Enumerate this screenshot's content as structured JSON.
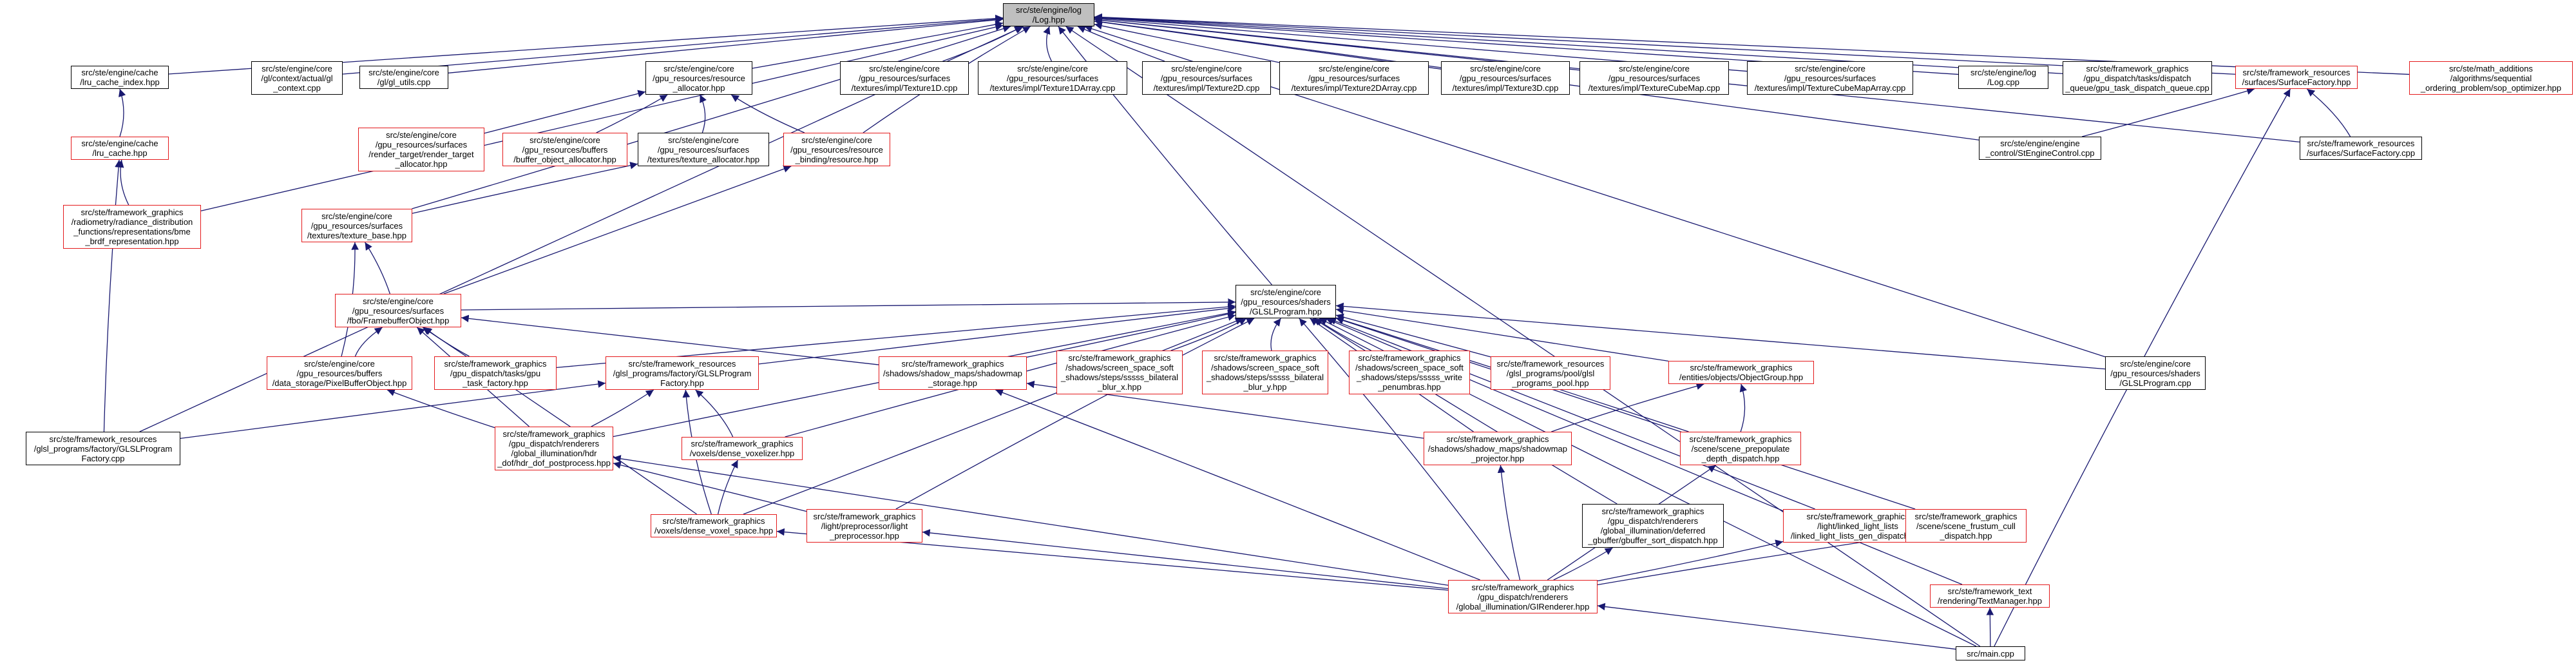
{
  "diagram": {
    "type": "doxygen-include-dependency-graph",
    "colors": {
      "edge": "#191970",
      "box_border": "#000000",
      "truncated_box_border": "#e41a1c",
      "root_fill": "#bfbfbf",
      "background": "#ffffff"
    },
    "nodes": [
      {
        "id": "log",
        "label": "src/ste/engine/log\n/Log.hpp",
        "style": "root"
      },
      {
        "id": "lru_cache_index",
        "label": "src/ste/engine/cache\n/lru_cache_index.hpp",
        "style": "black"
      },
      {
        "id": "context_gl",
        "label": "src/ste/engine/core\n/gl/context/actual/gl\n_context.cpp",
        "style": "black"
      },
      {
        "id": "gl_utils",
        "label": "src/ste/engine/core\n/gl/gl_utils.cpp",
        "style": "black"
      },
      {
        "id": "resource_allocator",
        "label": "src/ste/engine/core\n/gpu_resources/resource\n_allocator.hpp",
        "style": "black"
      },
      {
        "id": "tex1d",
        "label": "src/ste/engine/core\n/gpu_resources/surfaces\n/textures/impl/Texture1D.cpp",
        "style": "black"
      },
      {
        "id": "tex1darray",
        "label": "src/ste/engine/core\n/gpu_resources/surfaces\n/textures/impl/Texture1DArray.cpp",
        "style": "black"
      },
      {
        "id": "tex2d",
        "label": "src/ste/engine/core\n/gpu_resources/surfaces\n/textures/impl/Texture2D.cpp",
        "style": "black"
      },
      {
        "id": "tex2darray",
        "label": "src/ste/engine/core\n/gpu_resources/surfaces\n/textures/impl/Texture2DArray.cpp",
        "style": "black"
      },
      {
        "id": "tex3d",
        "label": "src/ste/engine/core\n/gpu_resources/surfaces\n/textures/impl/Texture3D.cpp",
        "style": "black"
      },
      {
        "id": "texcubemap",
        "label": "src/ste/engine/core\n/gpu_resources/surfaces\n/textures/impl/TextureCubeMap.cpp",
        "style": "black"
      },
      {
        "id": "texcubemaparray",
        "label": "src/ste/engine/core\n/gpu_resources/surfaces\n/textures/impl/TextureCubeMapArray.cpp",
        "style": "black"
      },
      {
        "id": "log_cpp",
        "label": "src/ste/engine/log\n/Log.cpp",
        "style": "black"
      },
      {
        "id": "gpu_task_dispatch_queue",
        "label": "src/ste/framework_graphics\n/gpu_dispatch/tasks/dispatch\n_queue/gpu_task_dispatch_queue.cpp",
        "style": "black"
      },
      {
        "id": "surface_factory_hpp",
        "label": "src/ste/framework_resources\n/surfaces/SurfaceFactory.hpp",
        "style": "red"
      },
      {
        "id": "sop_optimizer",
        "label": "src/ste/math_additions\n/algorithms/sequential\n_ordering_problem/sop_optimizer.hpp",
        "style": "red"
      },
      {
        "id": "lru_cache",
        "label": "src/ste/engine/cache\n/lru_cache.hpp",
        "style": "red"
      },
      {
        "id": "render_target_allocator",
        "label": "src/ste/engine/core\n/gpu_resources/surfaces\n/render_target/render_target\n_allocator.hpp",
        "style": "red"
      },
      {
        "id": "buffer_object_allocator",
        "label": "src/ste/engine/core\n/gpu_resources/buffers\n/buffer_object_allocator.hpp",
        "style": "red"
      },
      {
        "id": "texture_allocator",
        "label": "src/ste/engine/core\n/gpu_resources/surfaces\n/textures/texture_allocator.hpp",
        "style": "black"
      },
      {
        "id": "binding_resource",
        "label": "src/ste/engine/core\n/gpu_resources/resource\n_binding/resource.hpp",
        "style": "red"
      },
      {
        "id": "ste_engine_control",
        "label": "src/ste/engine/engine\n_control/StEngineControl.cpp",
        "style": "black"
      },
      {
        "id": "surface_factory_cpp",
        "label": "src/ste/framework_resources\n/surfaces/SurfaceFactory.cpp",
        "style": "black"
      },
      {
        "id": "radiance_distribution",
        "label": "src/ste/framework_graphics\n/radiometry/radiance_distribution\n_functions/representations/bme\n_brdf_representation.hpp",
        "style": "red"
      },
      {
        "id": "texture_base",
        "label": "src/ste/engine/core\n/gpu_resources/surfaces\n/textures/texture_base.hpp",
        "style": "red"
      },
      {
        "id": "framebuffer_object",
        "label": "src/ste/engine/core\n/gpu_resources/surfaces\n/fbo/FramebufferObject.hpp",
        "style": "red"
      },
      {
        "id": "glsl_program_hpp",
        "label": "src/ste/engine/core\n/gpu_resources/shaders\n/GLSLProgram.hpp",
        "style": "black"
      },
      {
        "id": "pixel_buffer_object",
        "label": "src/ste/engine/core\n/gpu_resources/buffers\n/data_storage/PixelBufferObject.hpp",
        "style": "red"
      },
      {
        "id": "gpu_task_factory",
        "label": "src/ste/framework_graphics\n/gpu_dispatch/tasks/gpu\n_task_factory.hpp",
        "style": "red"
      },
      {
        "id": "glsl_program_factory_hpp",
        "label": "src/ste/framework_resources\n/glsl_programs/factory/GLSLProgram\nFactory.hpp",
        "style": "red"
      },
      {
        "id": "shadowmap_storage",
        "label": "src/ste/framework_graphics\n/shadows/shadow_maps/shadowmap\n_storage.hpp",
        "style": "red"
      },
      {
        "id": "sssss_bilateral_x",
        "label": "src/ste/framework_graphics\n/shadows/screen_space_soft\n_shadows/steps/sssss_bilateral\n_blur_x.hpp",
        "style": "red"
      },
      {
        "id": "sssss_bilateral_y",
        "label": "src/ste/framework_graphics\n/shadows/screen_space_soft\n_shadows/steps/sssss_bilateral\n_blur_y.hpp",
        "style": "red"
      },
      {
        "id": "sssss_write_penumbras",
        "label": "src/ste/framework_graphics\n/shadows/screen_space_soft\n_shadows/steps/sssss_write\n_penumbras.hpp",
        "style": "red"
      },
      {
        "id": "glsl_programs_pool",
        "label": "src/ste/framework_resources\n/glsl_programs/pool/glsl\n_programs_pool.hpp",
        "style": "red"
      },
      {
        "id": "object_group",
        "label": "src/ste/framework_graphics\n/entities/objects/ObjectGroup.hpp",
        "style": "red"
      },
      {
        "id": "glsl_program_cpp",
        "label": "src/ste/engine/core\n/gpu_resources/shaders\n/GLSLProgram.cpp",
        "style": "black"
      },
      {
        "id": "glsl_program_factory_cpp",
        "label": "src/ste/framework_resources\n/glsl_programs/factory/GLSLProgram\nFactory.cpp",
        "style": "black"
      },
      {
        "id": "hdr_dof_postprocess",
        "label": "src/ste/framework_graphics\n/gpu_dispatch/renderers\n/global_illumination/hdr\n_dof/hdr_dof_postprocess.hpp",
        "style": "red"
      },
      {
        "id": "dense_voxelizer",
        "label": "src/ste/framework_graphics\n/voxels/dense_voxelizer.hpp",
        "style": "red"
      },
      {
        "id": "shadowmap_projector",
        "label": "src/ste/framework_graphics\n/shadows/shadow_maps/shadowmap\n_projector.hpp",
        "style": "red"
      },
      {
        "id": "scene_prepopulate_depth",
        "label": "src/ste/framework_graphics\n/scene/scene_prepopulate\n_depth_dispatch.hpp",
        "style": "red"
      },
      {
        "id": "dense_voxel_space",
        "label": "src/ste/framework_graphics\n/voxels/dense_voxel_space.hpp",
        "style": "red"
      },
      {
        "id": "light_preprocessor",
        "label": "src/ste/framework_graphics\n/light/preprocessor/light\n_preprocessor.hpp",
        "style": "red"
      },
      {
        "id": "gbuffer_sort_dispatch",
        "label": "src/ste/framework_graphics\n/gpu_dispatch/renderers\n/global_illumination/deferred\n_gbuffer/gbuffer_sort_dispatch.hpp",
        "style": "black"
      },
      {
        "id": "linked_light_lists_gen",
        "label": "src/ste/framework_graphics\n/light/linked_light_lists\n/linked_light_lists_gen_dispatch.hpp",
        "style": "red"
      },
      {
        "id": "scene_frustum_cull",
        "label": "src/ste/framework_graphics\n/scene/scene_frustum_cull\n_dispatch.hpp",
        "style": "red"
      },
      {
        "id": "gi_renderer",
        "label": "src/ste/framework_graphics\n/gpu_dispatch/renderers\n/global_illumination/GIRenderer.hpp",
        "style": "red"
      },
      {
        "id": "text_manager",
        "label": "src/ste/framework_text\n/rendering/TextManager.hpp",
        "style": "red"
      },
      {
        "id": "main_cpp",
        "label": "src/main.cpp",
        "style": "black"
      }
    ],
    "edges": [
      [
        "lru_cache_index",
        "log"
      ],
      [
        "context_gl",
        "log"
      ],
      [
        "gl_utils",
        "log"
      ],
      [
        "resource_allocator",
        "log"
      ],
      [
        "tex1d",
        "log"
      ],
      [
        "tex1darray",
        "log"
      ],
      [
        "tex2d",
        "log"
      ],
      [
        "tex2darray",
        "log"
      ],
      [
        "tex3d",
        "log"
      ],
      [
        "texcubemap",
        "log"
      ],
      [
        "texcubemaparray",
        "log"
      ],
      [
        "log_cpp",
        "log"
      ],
      [
        "gpu_task_dispatch_queue",
        "log"
      ],
      [
        "surface_factory_hpp",
        "log"
      ],
      [
        "sop_optimizer",
        "log"
      ],
      [
        "ste_engine_control",
        "log"
      ],
      [
        "surface_factory_cpp",
        "log"
      ],
      [
        "radiance_distribution",
        "log"
      ],
      [
        "glsl_program_factory_cpp",
        "log"
      ],
      [
        "texture_base",
        "log"
      ],
      [
        "binding_resource",
        "log"
      ],
      [
        "glsl_program_hpp",
        "log"
      ],
      [
        "glsl_program_cpp",
        "log"
      ],
      [
        "main_cpp",
        "log"
      ],
      [
        "lru_cache",
        "lru_cache_index"
      ],
      [
        "radiance_distribution",
        "lru_cache"
      ],
      [
        "glsl_program_factory_cpp",
        "lru_cache"
      ],
      [
        "render_target_allocator",
        "resource_allocator"
      ],
      [
        "buffer_object_allocator",
        "resource_allocator"
      ],
      [
        "texture_allocator",
        "resource_allocator"
      ],
      [
        "binding_resource",
        "resource_allocator"
      ],
      [
        "texture_base",
        "texture_allocator"
      ],
      [
        "framebuffer_object",
        "binding_resource"
      ],
      [
        "framebuffer_object",
        "texture_base"
      ],
      [
        "pixel_buffer_object",
        "texture_base"
      ],
      [
        "pixel_buffer_object",
        "framebuffer_object"
      ],
      [
        "gpu_task_factory",
        "framebuffer_object"
      ],
      [
        "hdr_dof_postprocess",
        "framebuffer_object"
      ],
      [
        "dense_voxel_space",
        "framebuffer_object"
      ],
      [
        "shadowmap_storage",
        "framebuffer_object"
      ],
      [
        "framebuffer_object",
        "glsl_program_hpp"
      ],
      [
        "gpu_task_factory",
        "glsl_program_hpp"
      ],
      [
        "glsl_program_factory_hpp",
        "glsl_program_hpp"
      ],
      [
        "shadowmap_storage",
        "glsl_program_hpp"
      ],
      [
        "sssss_bilateral_x",
        "glsl_program_hpp"
      ],
      [
        "sssss_bilateral_y",
        "glsl_program_hpp"
      ],
      [
        "sssss_write_penumbras",
        "glsl_program_hpp"
      ],
      [
        "glsl_programs_pool",
        "glsl_program_hpp"
      ],
      [
        "object_group",
        "glsl_program_hpp"
      ],
      [
        "glsl_program_cpp",
        "glsl_program_hpp"
      ],
      [
        "hdr_dof_postprocess",
        "glsl_program_hpp"
      ],
      [
        "dense_voxelizer",
        "glsl_program_hpp"
      ],
      [
        "shadowmap_projector",
        "glsl_program_hpp"
      ],
      [
        "scene_prepopulate_depth",
        "glsl_program_hpp"
      ],
      [
        "dense_voxel_space",
        "glsl_program_hpp"
      ],
      [
        "light_preprocessor",
        "glsl_program_hpp"
      ],
      [
        "gbuffer_sort_dispatch",
        "glsl_program_hpp"
      ],
      [
        "linked_light_lists_gen",
        "glsl_program_hpp"
      ],
      [
        "scene_frustum_cull",
        "glsl_program_hpp"
      ],
      [
        "gi_renderer",
        "glsl_program_hpp"
      ],
      [
        "text_manager",
        "glsl_program_hpp"
      ],
      [
        "main_cpp",
        "glsl_program_hpp"
      ],
      [
        "glsl_program_factory_cpp",
        "glsl_program_factory_hpp"
      ],
      [
        "hdr_dof_postprocess",
        "glsl_program_factory_hpp"
      ],
      [
        "dense_voxelizer",
        "glsl_program_factory_hpp"
      ],
      [
        "dense_voxel_space",
        "glsl_program_factory_hpp"
      ],
      [
        "hdr_dof_postprocess",
        "pixel_buffer_object"
      ],
      [
        "shadowmap_projector",
        "shadowmap_storage"
      ],
      [
        "gi_renderer",
        "shadowmap_storage"
      ],
      [
        "scene_prepopulate_depth",
        "object_group"
      ],
      [
        "shadowmap_projector",
        "object_group"
      ],
      [
        "dense_voxel_space",
        "dense_voxelizer"
      ],
      [
        "light_preprocessor",
        "hdr_dof_postprocess"
      ],
      [
        "gi_renderer",
        "hdr_dof_postprocess"
      ],
      [
        "gi_renderer",
        "dense_voxel_space"
      ],
      [
        "gi_renderer",
        "light_preprocessor"
      ],
      [
        "gi_renderer",
        "shadowmap_projector"
      ],
      [
        "gi_renderer",
        "scene_prepopulate_depth"
      ],
      [
        "gi_renderer",
        "gbuffer_sort_dispatch"
      ],
      [
        "gi_renderer",
        "linked_light_lists_gen"
      ],
      [
        "gi_renderer",
        "scene_frustum_cull"
      ],
      [
        "main_cpp",
        "gi_renderer"
      ],
      [
        "main_cpp",
        "text_manager"
      ],
      [
        "ste_engine_control",
        "surface_factory_hpp"
      ],
      [
        "surface_factory_cpp",
        "surface_factory_hpp"
      ],
      [
        "main_cpp",
        "surface_factory_hpp"
      ]
    ]
  }
}
